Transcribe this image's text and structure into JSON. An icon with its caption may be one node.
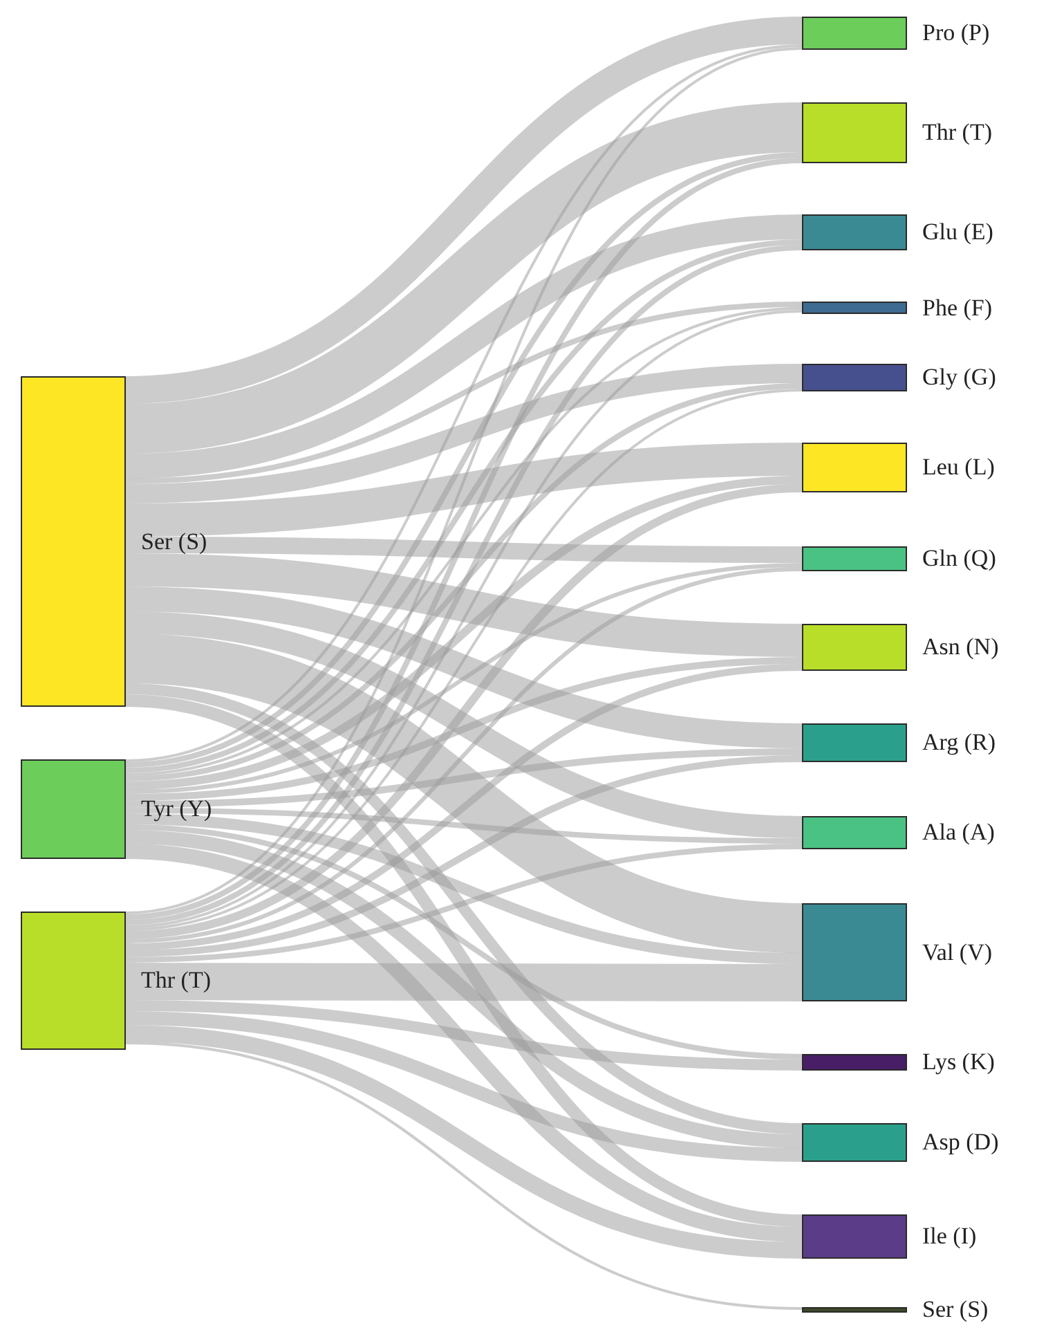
{
  "diagram": {
    "nodes": [
      {
        "text": [
          "Ser (S)"
        ]
      },
      {
        "text": [
          "Tyr (Y)"
        ]
      },
      {
        "text": [
          "Thr (T)"
        ]
      },
      {
        "text": [
          "Pro (P)"
        ]
      },
      {
        "text": [
          "Thr (T)"
        ]
      },
      {
        "text": [
          "Glu (E)"
        ]
      },
      {
        "text": [
          "Phe (F)"
        ]
      },
      {
        "text": [
          "Gly (G)"
        ]
      },
      {
        "text": [
          "Leu (L)"
        ]
      },
      {
        "text": [
          "Gln (Q)"
        ]
      },
      {
        "text": [
          "Asn (N)"
        ]
      },
      {
        "text": [
          "Arg (R)"
        ]
      },
      {
        "text": [
          "Ala (A)"
        ]
      },
      {
        "text": [
          "Val (V)"
        ]
      },
      {
        "text": [
          "Lys (K)"
        ]
      },
      {
        "text": [
          "Asp (D)"
        ]
      },
      {
        "text": [
          "Ile (I)"
        ]
      },
      {
        "text": [
          "Ser (S)"
        ]
      }
    ],
    "edges": [
      {
        "from": 0,
        "to": 3,
        "arrow": "none",
        "style": "thick"
      },
      {
        "from": 0,
        "to": 4,
        "arrow": "none",
        "style": "thick"
      },
      {
        "from": 0,
        "to": 5,
        "arrow": "none",
        "style": "thick"
      },
      {
        "from": 0,
        "to": 6,
        "arrow": "none"
      },
      {
        "from": 0,
        "to": 7,
        "arrow": "none",
        "style": "thick"
      },
      {
        "from": 0,
        "to": 8,
        "arrow": "none",
        "style": "thick"
      },
      {
        "from": 0,
        "to": 9,
        "arrow": "none",
        "style": "thick"
      },
      {
        "from": 0,
        "to": 10,
        "arrow": "none",
        "style": "thick"
      },
      {
        "from": 0,
        "to": 11,
        "arrow": "none",
        "style": "thick"
      },
      {
        "from": 0,
        "to": 12,
        "arrow": "none",
        "style": "thick"
      },
      {
        "from": 0,
        "to": 13,
        "arrow": "none",
        "style": "thick"
      },
      {
        "from": 0,
        "to": 15,
        "arrow": "none"
      },
      {
        "from": 0,
        "to": 16,
        "arrow": "none",
        "style": "thick"
      },
      {
        "from": 1,
        "to": 3,
        "arrow": "none"
      },
      {
        "from": 1,
        "to": 4,
        "arrow": "none"
      },
      {
        "from": 1,
        "to": 5,
        "arrow": "none"
      },
      {
        "from": 1,
        "to": 6,
        "arrow": "none"
      },
      {
        "from": 1,
        "to": 7,
        "arrow": "none"
      },
      {
        "from": 1,
        "to": 8,
        "arrow": "none"
      },
      {
        "from": 1,
        "to": 9,
        "arrow": "none"
      },
      {
        "from": 1,
        "to": 10,
        "arrow": "none"
      },
      {
        "from": 1,
        "to": 11,
        "arrow": "none"
      },
      {
        "from": 1,
        "to": 12,
        "arrow": "none"
      },
      {
        "from": 1,
        "to": 13,
        "arrow": "none"
      },
      {
        "from": 1,
        "to": 14,
        "arrow": "none"
      },
      {
        "from": 1,
        "to": 15,
        "arrow": "none",
        "style": "thick"
      },
      {
        "from": 1,
        "to": 16,
        "arrow": "none",
        "style": "thick"
      },
      {
        "from": 2,
        "to": 3,
        "arrow": "none"
      },
      {
        "from": 2,
        "to": 4,
        "arrow": "none"
      },
      {
        "from": 2,
        "to": 5,
        "arrow": "none"
      },
      {
        "from": 2,
        "to": 6,
        "arrow": "none"
      },
      {
        "from": 2,
        "to": 7,
        "arrow": "none"
      },
      {
        "from": 2,
        "to": 8,
        "arrow": "none"
      },
      {
        "from": 2,
        "to": 9,
        "arrow": "none"
      },
      {
        "from": 2,
        "to": 10,
        "arrow": "none"
      },
      {
        "from": 2,
        "to": 11,
        "arrow": "none"
      },
      {
        "from": 2,
        "to": 12,
        "arrow": "none"
      },
      {
        "from": 2,
        "to": 13,
        "arrow": "none",
        "style": "thick"
      },
      {
        "from": 2,
        "to": 14,
        "arrow": "none"
      },
      {
        "from": 2,
        "to": 15,
        "arrow": "none",
        "style": "thick"
      },
      {
        "from": 2,
        "to": 16,
        "arrow": "none",
        "style": "thick"
      },
      {
        "from": 2,
        "to": 17,
        "arrow": "none"
      }
    ]
  }
}
